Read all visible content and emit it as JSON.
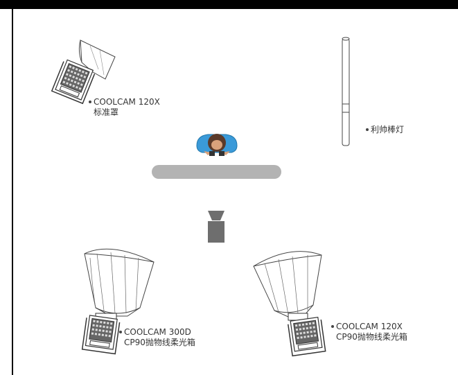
{
  "lights": [
    {
      "id": "top-left",
      "bullet": "•",
      "name": "COOLCAM 120X",
      "modifier": "标准罩"
    },
    {
      "id": "right-tube",
      "bullet": "•",
      "name": "利帅棒灯",
      "modifier": ""
    },
    {
      "id": "bottom-left",
      "bullet": "•",
      "name": "COOLCAM 300D",
      "modifier": "CP90抛物线柔光箱"
    },
    {
      "id": "bottom-right",
      "bullet": "•",
      "name": "COOLCAM 120X",
      "modifier": "CP90抛物线柔光箱"
    }
  ],
  "colors": {
    "frame": "#000000",
    "backdrop": "#b3b3b3",
    "camera": "#6e6e6e",
    "subject_accent": "#3a9ad9",
    "line": "#444444"
  }
}
